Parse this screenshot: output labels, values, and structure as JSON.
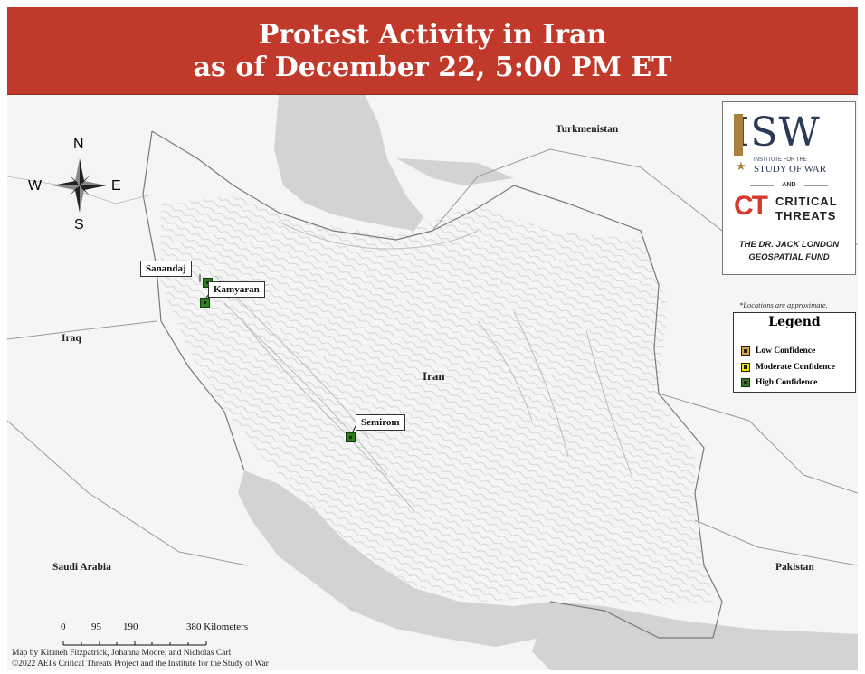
{
  "header": {
    "title_line1": "Protest Activity in Iran",
    "title_line2": "as of December 22, 5:00 PM ET",
    "bg_color": "#c0392b"
  },
  "compass": {
    "n": "N",
    "s": "S",
    "e": "E",
    "w": "W"
  },
  "countries": {
    "turkmenistan": "Turkmenistan",
    "iraq": "Iraq",
    "iran": "Iran",
    "saudi_arabia": "Saudi Arabia",
    "pakistan": "Pakistan"
  },
  "locations": [
    {
      "name": "Sanandaj",
      "confidence": "High Confidence"
    },
    {
      "name": "Kamyaran",
      "confidence": "High Confidence"
    },
    {
      "name": "Semirom",
      "confidence": "High Confidence"
    }
  ],
  "logos": {
    "isw_letters": "ISW",
    "isw_sub1": "INSTITUTE FOR THE",
    "isw_sub2": "STUDY OF WAR",
    "and": "AND",
    "ct_mark": "CT",
    "ct_line1": "CRITICAL",
    "ct_line2": "THREATS",
    "fund_line1": "THE DR. JACK LONDON",
    "fund_line2": "GEOSPATIAL FUND"
  },
  "note": "*Locations are approximate.",
  "legend": {
    "title": "Legend",
    "items": [
      {
        "label": "Low Confidence",
        "color": "#d9a441"
      },
      {
        "label": "Moderate Confidence",
        "color": "#f2e300"
      },
      {
        "label": "High Confidence",
        "color": "#2f7d1f"
      }
    ]
  },
  "scale": {
    "t0": "0",
    "t1": "95",
    "t2": "190",
    "t3": "380 Kilometers"
  },
  "credits": {
    "line1": "Map by Kitaneh Fitzpatrick, Johanna Moore, and Nicholas Carl",
    "line2": "©2022 AEI's Critical Threats Project and the Institute for the Study of War"
  }
}
